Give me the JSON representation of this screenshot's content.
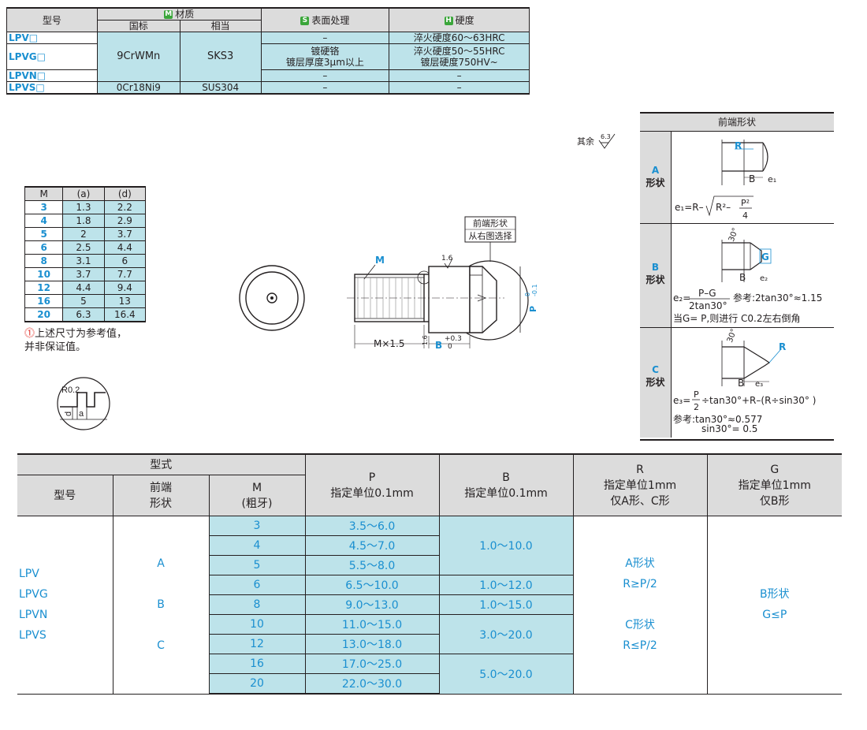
{
  "material_table": {
    "header": {
      "model": "型号",
      "material": "材质",
      "material_tag": "M",
      "gb": "国标",
      "equiv": "相当",
      "surface": "表面处理",
      "surface_tag": "S",
      "hardness": "硬度",
      "hardness_tag": "H"
    },
    "rows": {
      "lpv": {
        "model": "LPV□",
        "surface": "–",
        "hardness": "淬火硬度60～63HRC"
      },
      "lpvg": {
        "model": "LPVG□",
        "surface1": "镀硬铬",
        "surface2": "镀层厚度3μm以上",
        "hardness1": "淬火硬度50～55HRC",
        "hardness2": "镀层硬度750HV~"
      },
      "lpvn": {
        "model": "LPVN□",
        "surface": "–",
        "hardness": "–"
      },
      "lpvs": {
        "model": "LPVS□",
        "gb": "0Cr18Ni9",
        "equiv": "SUS304",
        "surface": "–",
        "hardness": "–"
      },
      "shared_gb": "9CrWMn",
      "shared_equiv": "SKS3"
    }
  },
  "m_table": {
    "headers": [
      "M",
      "(a)",
      "(d)"
    ],
    "rows": [
      [
        "3",
        "1.3",
        "2.2"
      ],
      [
        "4",
        "1.8",
        "2.9"
      ],
      [
        "5",
        "2",
        "3.7"
      ],
      [
        "6",
        "2.5",
        "4.4"
      ],
      [
        "8",
        "3.1",
        "6"
      ],
      [
        "10",
        "3.7",
        "7.7"
      ],
      [
        "12",
        "4.4",
        "9.4"
      ],
      [
        "16",
        "5",
        "13"
      ],
      [
        "20",
        "6.3",
        "16.4"
      ]
    ],
    "note1": "上述尺寸为参考值，",
    "note2": "并非保证值。",
    "note_icon": "!"
  },
  "drawing": {
    "tip_callout1": "前端形状",
    "tip_callout2": "从右图选择",
    "m_label": "M",
    "roughness_16": "1.6",
    "dim_m15": "M×1.5",
    "dim_b": "B",
    "dim_b_tol_upper": "+0.3",
    "dim_b_tol_lower": "0",
    "dim_p": "P",
    "dim_p_tol": "-0.1",
    "dim_p_tol0": "0",
    "other_roughness": "其余",
    "other_roughness_val": "6.3",
    "detail_r": "R0.2",
    "detail_d": "d",
    "detail_a": "a"
  },
  "tip_panel": {
    "title": "前端形状",
    "a": {
      "letter": "A",
      "name": "形状",
      "R": "R",
      "B": "B",
      "e": "e₁",
      "formula_lhs": "e₁=R–",
      "formula_r2": "R²–",
      "formula_num": "P²",
      "formula_den": "4"
    },
    "b": {
      "letter": "B",
      "name": "形状",
      "angle": "30°",
      "G": "G",
      "B": "B",
      "e": "e₂",
      "formula_lhs": "e₂=",
      "formula_num": "P–G",
      "formula_den": "2tan30°",
      "formula_ref": "参考:2tan30°≈1.15",
      "note": "当G= P,则进行 C0.2左右倒角"
    },
    "c": {
      "letter": "C",
      "name": "形状",
      "angle": "30°",
      "R": "R",
      "B": "B",
      "e": "e₃",
      "formula_lhs": "e₃=",
      "formula_num": "P",
      "formula_den": "2",
      "formula_rest": "÷tan30°+R–(R÷sin30° )",
      "ref1": "参考:tan30°≈0.577",
      "ref2": "sin30°= 0.5"
    }
  },
  "spec_table": {
    "header": {
      "type": "型式",
      "model": "型号",
      "tip1": "前端",
      "tip2": "形状",
      "m1": "M",
      "m2": "(粗牙)",
      "p1": "P",
      "p2": "指定单位0.1mm",
      "b1": "B",
      "b2": "指定单位0.1mm",
      "r1": "R",
      "r2": "指定单位1mm",
      "r3": "仅A形、C形",
      "g1": "G",
      "g2": "指定单位1mm",
      "g3": "仅B形"
    },
    "models": [
      "LPV",
      "LPVG",
      "LPVN",
      "LPVS"
    ],
    "tips": [
      "A",
      "B",
      "C"
    ],
    "rows": [
      {
        "m": "3",
        "p": "3.5～6.0"
      },
      {
        "m": "4",
        "p": "4.5～7.0"
      },
      {
        "m": "5",
        "p": "5.5～8.0"
      },
      {
        "m": "6",
        "p": "6.5～10.0"
      },
      {
        "m": "8",
        "p": "9.0～13.0"
      },
      {
        "m": "10",
        "p": "11.0～15.0"
      },
      {
        "m": "12",
        "p": "13.0～18.0"
      },
      {
        "m": "16",
        "p": "17.0～25.0"
      },
      {
        "m": "20",
        "p": "22.0～30.0"
      }
    ],
    "b_ranges": [
      "1.0～10.0",
      "1.0～12.0",
      "1.0～15.0",
      "3.0～20.0",
      "5.0～20.0"
    ],
    "r_a_label": "A形状",
    "r_a_rule": "R≥P/2",
    "r_c_label": "C形状",
    "r_c_rule": "R≤P/2",
    "g_label": "B形状",
    "g_rule": "G≤P"
  }
}
